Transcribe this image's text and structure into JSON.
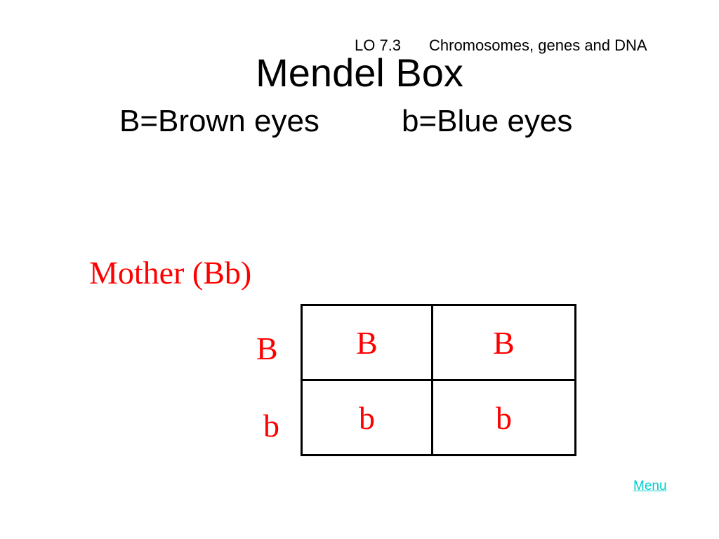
{
  "header": {
    "lo_label": "LO 7.3",
    "lo_topic": "Chromosomes, genes and DNA"
  },
  "title": "Mendel Box",
  "subtitle": {
    "left": "B=Brown eyes",
    "right": "b=Blue eyes"
  },
  "punnett": {
    "parent_label": "Mother (Bb)",
    "rows": [
      {
        "header": "B",
        "cells": [
          "B",
          "B"
        ]
      },
      {
        "header": "b",
        "cells": [
          "b",
          "b"
        ]
      }
    ]
  },
  "nav": {
    "menu_label": "Menu"
  },
  "colors": {
    "punnett_text": "#ff0000",
    "link": "#00cccc",
    "text": "#000000",
    "background": "#ffffff"
  }
}
